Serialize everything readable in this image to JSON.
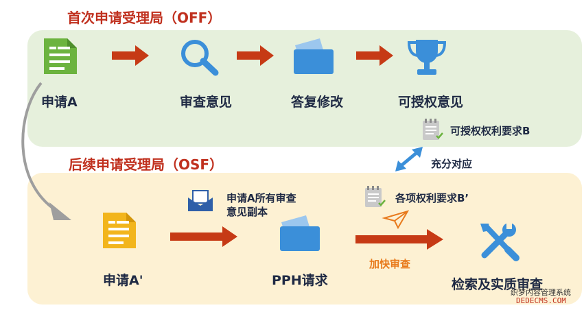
{
  "off": {
    "title": "首次申请受理局（OFF）",
    "steps": [
      "申请A",
      "审查意见",
      "答复修改",
      "可授权意见"
    ],
    "claims": "可授权权利要求B"
  },
  "link": {
    "label": "充分对应"
  },
  "osf": {
    "title": "后续申请受理局（OSF）",
    "application": "申请A'",
    "mail_line1": "申请A所有审查",
    "mail_line2": "意见副本",
    "pph": "PPH请求",
    "claims": "各项权利要求B’",
    "expedite": "加快审查",
    "result": "检索及实质审查"
  },
  "watermark": {
    "line1": "织梦内容管理系统",
    "line2": "DEDECMS.COM"
  },
  "colors": {
    "off_panel": "#e6f0dc",
    "osf_panel": "#fdf1d3",
    "title_red": "#c0301e",
    "arrow_red": "#c63a15",
    "accent_blue": "#3b8fd9",
    "doc_green": "#6cb33f",
    "doc_yellow": "#f2b51c",
    "orange_text": "#e87a1c"
  },
  "icons": [
    "document-icon",
    "magnifier-icon",
    "folder-icon",
    "trophy-icon",
    "notepad-icon",
    "envelope-icon",
    "paper-plane-icon",
    "tools-icon"
  ]
}
